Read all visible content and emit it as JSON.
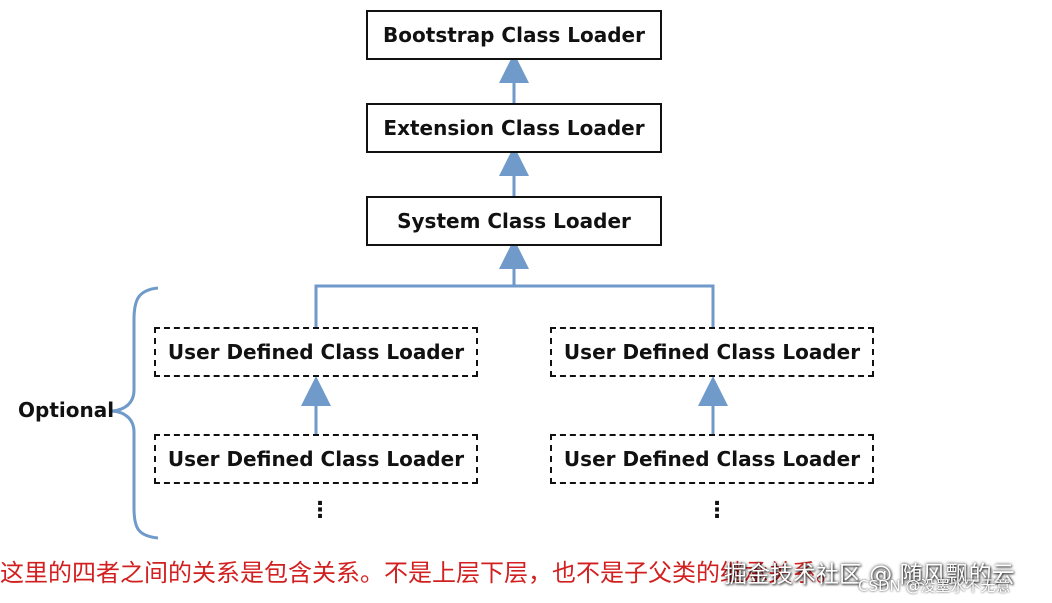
{
  "diagram": {
    "nodes": {
      "bootstrap": "Bootstrap Class Loader",
      "extension": "Extension Class Loader",
      "system": "System Class Loader",
      "user_left_top": "User Defined Class Loader",
      "user_left_bottom": "User Defined Class Loader",
      "user_right_top": "User Defined Class Loader",
      "user_right_bottom": "User Defined Class Loader"
    },
    "optional_label": "Optional",
    "ellipsis": "⋮",
    "colors": {
      "arrow": "#6f9ac9",
      "box_border": "#111111",
      "brace": "#6f9ac9",
      "caption": "#d21f1f"
    }
  },
  "caption": "这里的四者之间的关系是包含关系。不是上层下层，也不是子父类的继承关系。",
  "watermark": {
    "main": "掘金技术社区 @ 随风飘的云",
    "sub": "CSDN @没墨水不无意"
  }
}
